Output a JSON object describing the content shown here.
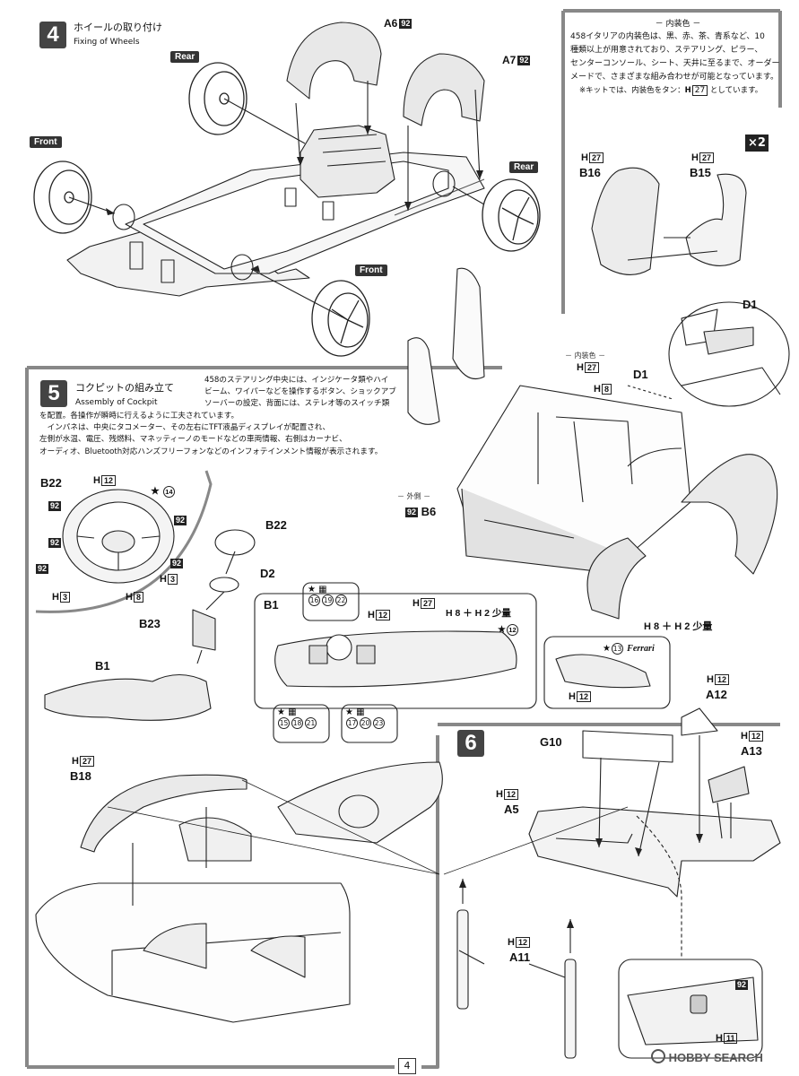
{
  "page": {
    "number": "4",
    "watermark": "HOBBY SEARCH"
  },
  "step4": {
    "number": "4",
    "title_jp": "ホイールの取り付け",
    "title_en": "Fixing of Wheels",
    "labels": {
      "a6": "A6",
      "a6_color": "92",
      "a7": "A7",
      "a7_color": "92",
      "rear1": "Rear",
      "rear2": "Rear",
      "front1": "Front",
      "front2": "Front"
    }
  },
  "interior_note": {
    "heading": "－ 内装色 －",
    "text": [
      "458イタリアの内装色は、黒、赤、茶、青系など、10",
      "種類以上が用意されており、ステアリング、ピラー、",
      "センターコンソール、シート、天井に至るまで、オーダー",
      "メードで、さまざまな組み合わせが可能となっています。"
    ],
    "kit_note_pre": "※キットでは、内装色をタン：",
    "kit_note_code": "H",
    "kit_note_num": "27",
    "kit_note_post": " としています。"
  },
  "seats": {
    "multiplier": "×2",
    "b16": "B16",
    "b16_h": "H",
    "b16_num": "27",
    "b15": "B15",
    "b15_h": "H",
    "b15_num": "27",
    "d1": "D1"
  },
  "step5": {
    "number": "5",
    "title_jp": "コクピットの組み立て",
    "title_en": "Assembly of Cockpit",
    "text": [
      "458のステアリング中央には、インジケータ類やハイ",
      "ビーム、ワイパーなどを操作するボタン、ショックアブ",
      "ソーバーの設定、背面には、ステレオ等のスイッチ類",
      "を配置。各操作が瞬時に行えるように工夫されています。",
      "　インパネは、中央にタコメーター、その左右にTFT液晶ディスプレイが配置され、",
      "左側が水温、電圧、残燃料、マネッティーノのモードなどの車両情報、右側はカーナビ、",
      "オーディオ、Bluetooth対応ハンズフリーフォンなどのインフォテインメント情報が表示されます。"
    ],
    "interior_color": "－ 内装色 －",
    "exterior_color": "－ 外側 －",
    "h27": "27",
    "h8": "8",
    "d1b": "D1",
    "b6": "B6",
    "b6_color": "92",
    "mix": "H 8 ＋ H 2 少量",
    "wheel": {
      "b22": "B22",
      "h12": "12",
      "decal": "14",
      "c92": "92",
      "h3": "3",
      "h8": "8"
    },
    "b22b": "B22",
    "d2": "D2",
    "b23": "B23",
    "b1": "B1",
    "dash": {
      "b1": "B1",
      "decals_top": [
        "16",
        "19",
        "22"
      ],
      "h12": "12",
      "h27": "27",
      "mix": "H 8 ＋ H 2 少量",
      "decal12": "12",
      "decals_left": [
        "15",
        "18",
        "21"
      ],
      "decals_right": [
        "17",
        "20",
        "23"
      ]
    },
    "console": {
      "decal": "13",
      "brand": "Ferrari",
      "h12": "12"
    },
    "b18": "B18",
    "b18_h": "27"
  },
  "step6": {
    "number": "6",
    "g10": "G10",
    "a5": "A5",
    "a5_h": "12",
    "a12": "A12",
    "a12_h": "12",
    "a13": "A13",
    "a13_h": "12",
    "a11": "A11",
    "a11_h": "12",
    "detail_92": "92",
    "detail_h11": "11"
  }
}
